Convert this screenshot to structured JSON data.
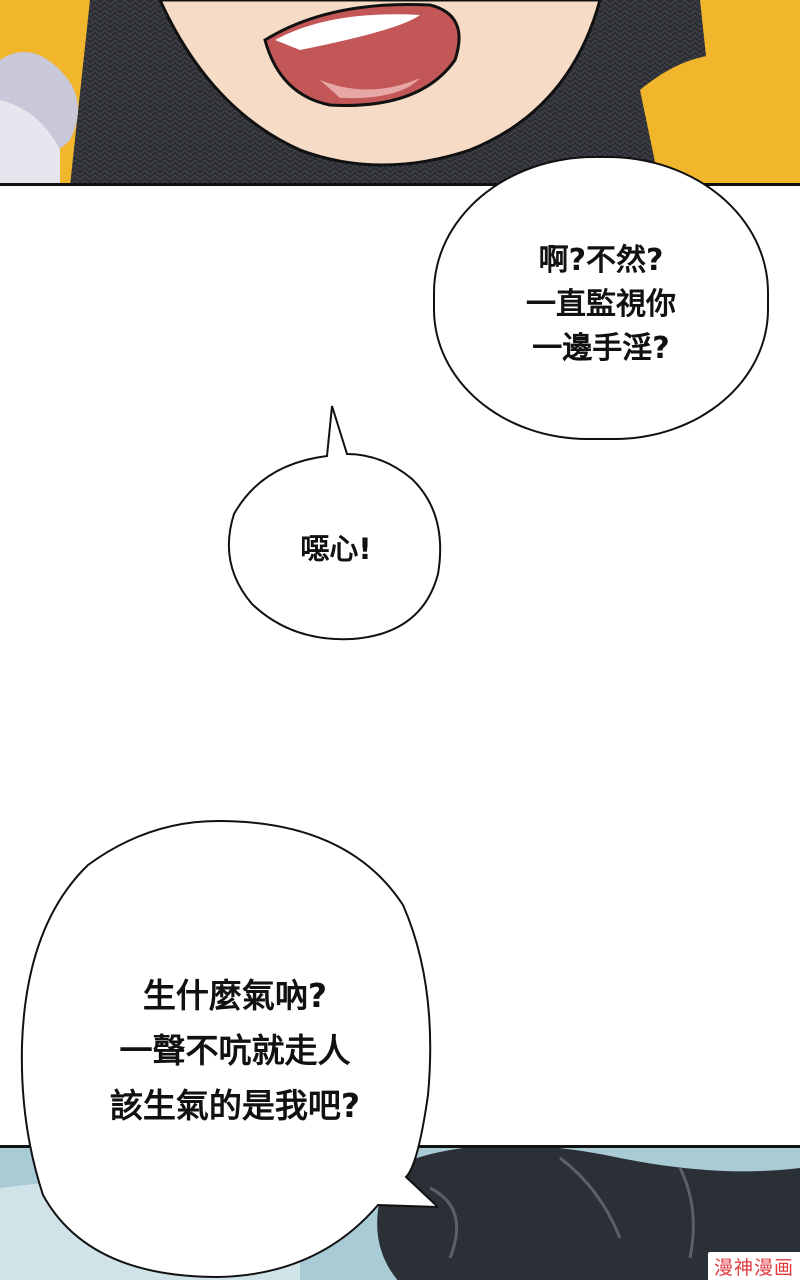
{
  "bubbles": [
    {
      "text": "啊?不然?\n一直監視你\n一邊手淫?"
    },
    {
      "text": "噁心!"
    },
    {
      "text": "生什麼氣吶?\n一聲不吭就走人\n該生氣的是我吧?"
    }
  ],
  "watermark": {
    "text": "漫神漫画"
  },
  "colors": {
    "yellow": "#f2b62d",
    "skin": "#f6dcc6",
    "hair": "#2b2f36",
    "sky": "#a9cbd6"
  }
}
